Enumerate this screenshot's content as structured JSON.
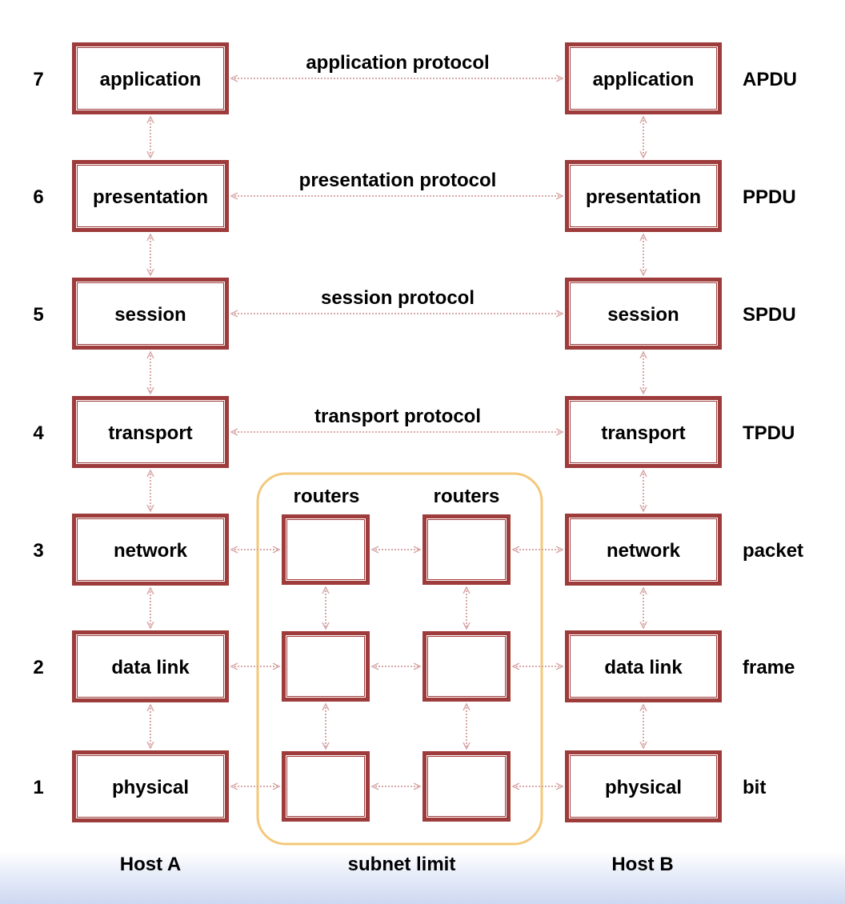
{
  "layers": [
    {
      "number": "7",
      "name_a": "application",
      "name_b": "application",
      "protocol": "application protocol",
      "pdu": "APDU"
    },
    {
      "number": "6",
      "name_a": "presentation",
      "name_b": "presentation",
      "protocol": "presentation protocol",
      "pdu": "PPDU"
    },
    {
      "number": "5",
      "name_a": "session",
      "name_b": "session",
      "protocol": "session protocol",
      "pdu": "SPDU"
    },
    {
      "number": "4",
      "name_a": "transport",
      "name_b": "transport",
      "protocol": "transport protocol",
      "pdu": "TPDU"
    },
    {
      "number": "3",
      "name_a": "network",
      "name_b": "network",
      "protocol": "",
      "pdu": "packet"
    },
    {
      "number": "2",
      "name_a": "data link",
      "name_b": "data link",
      "protocol": "",
      "pdu": "frame"
    },
    {
      "number": "1",
      "name_a": "physical",
      "name_b": "physical",
      "protocol": "",
      "pdu": "bit"
    }
  ],
  "routers": {
    "label_left": "routers",
    "label_right": "routers"
  },
  "footer": {
    "host_a": "Host A",
    "subnet": "subnet limit",
    "host_b": "Host B"
  },
  "colors": {
    "box_border": "#9e3b3b",
    "arrow": "#d9a8a8",
    "subnet_border": "#f4c879",
    "text": "#000000"
  }
}
